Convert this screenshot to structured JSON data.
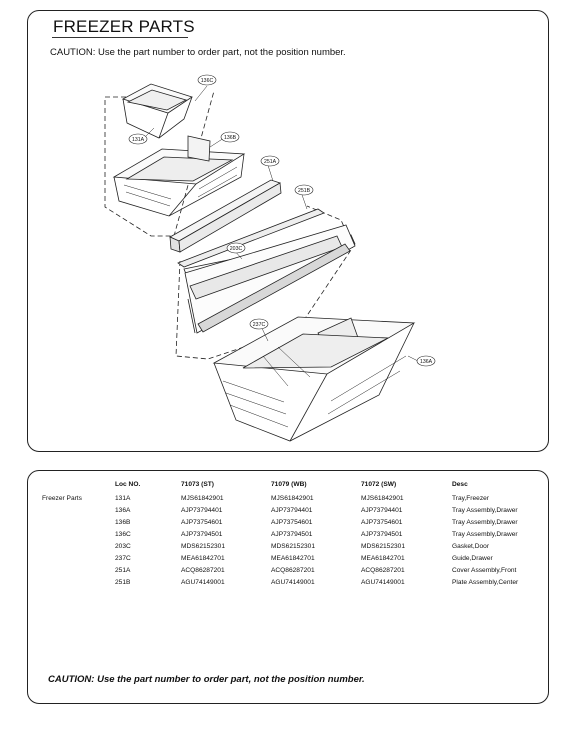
{
  "header": {
    "title": "FREEZER PARTS",
    "caution": "CAUTION: Use the part number to order part, not the position number."
  },
  "diagram": {
    "callouts": [
      "136C",
      "131A",
      "136B",
      "251A",
      "251B",
      "203C",
      "237C",
      "136A"
    ]
  },
  "table": {
    "columns": [
      "Loc NO.",
      "71073 (ST)",
      "71079 (WB)",
      "71072 (SW)",
      "Desc"
    ],
    "group_label": "Freezer Parts",
    "rows": [
      [
        "131A",
        "MJS61842901",
        "MJS61842901",
        "MJS61842901",
        "Tray,Freezer"
      ],
      [
        "136A",
        "AJP73794401",
        "AJP73794401",
        "AJP73794401",
        "Tray Assembly,Drawer"
      ],
      [
        "136B",
        "AJP73754601",
        "AJP73754601",
        "AJP73754601",
        "Tray Assembly,Drawer"
      ],
      [
        "136C",
        "AJP73794501",
        "AJP73794501",
        "AJP73794501",
        "Tray Assembly,Drawer"
      ],
      [
        "203C",
        "MDS62152301",
        "MDS62152301",
        "MDS62152301",
        "Gasket,Door"
      ],
      [
        "237C",
        "MEA61842701",
        "MEA61842701",
        "MEA61842701",
        "Guide,Drawer"
      ],
      [
        "251A",
        "ACQ86287201",
        "ACQ86287201",
        "ACQ86287201",
        "Cover Assembly,Front"
      ],
      [
        "251B",
        "AGU74149001",
        "AGU74149001",
        "AGU74149001",
        "Plate Assembly,Center"
      ]
    ],
    "caution": "CAUTION: Use the part number to order part, not the position number."
  }
}
